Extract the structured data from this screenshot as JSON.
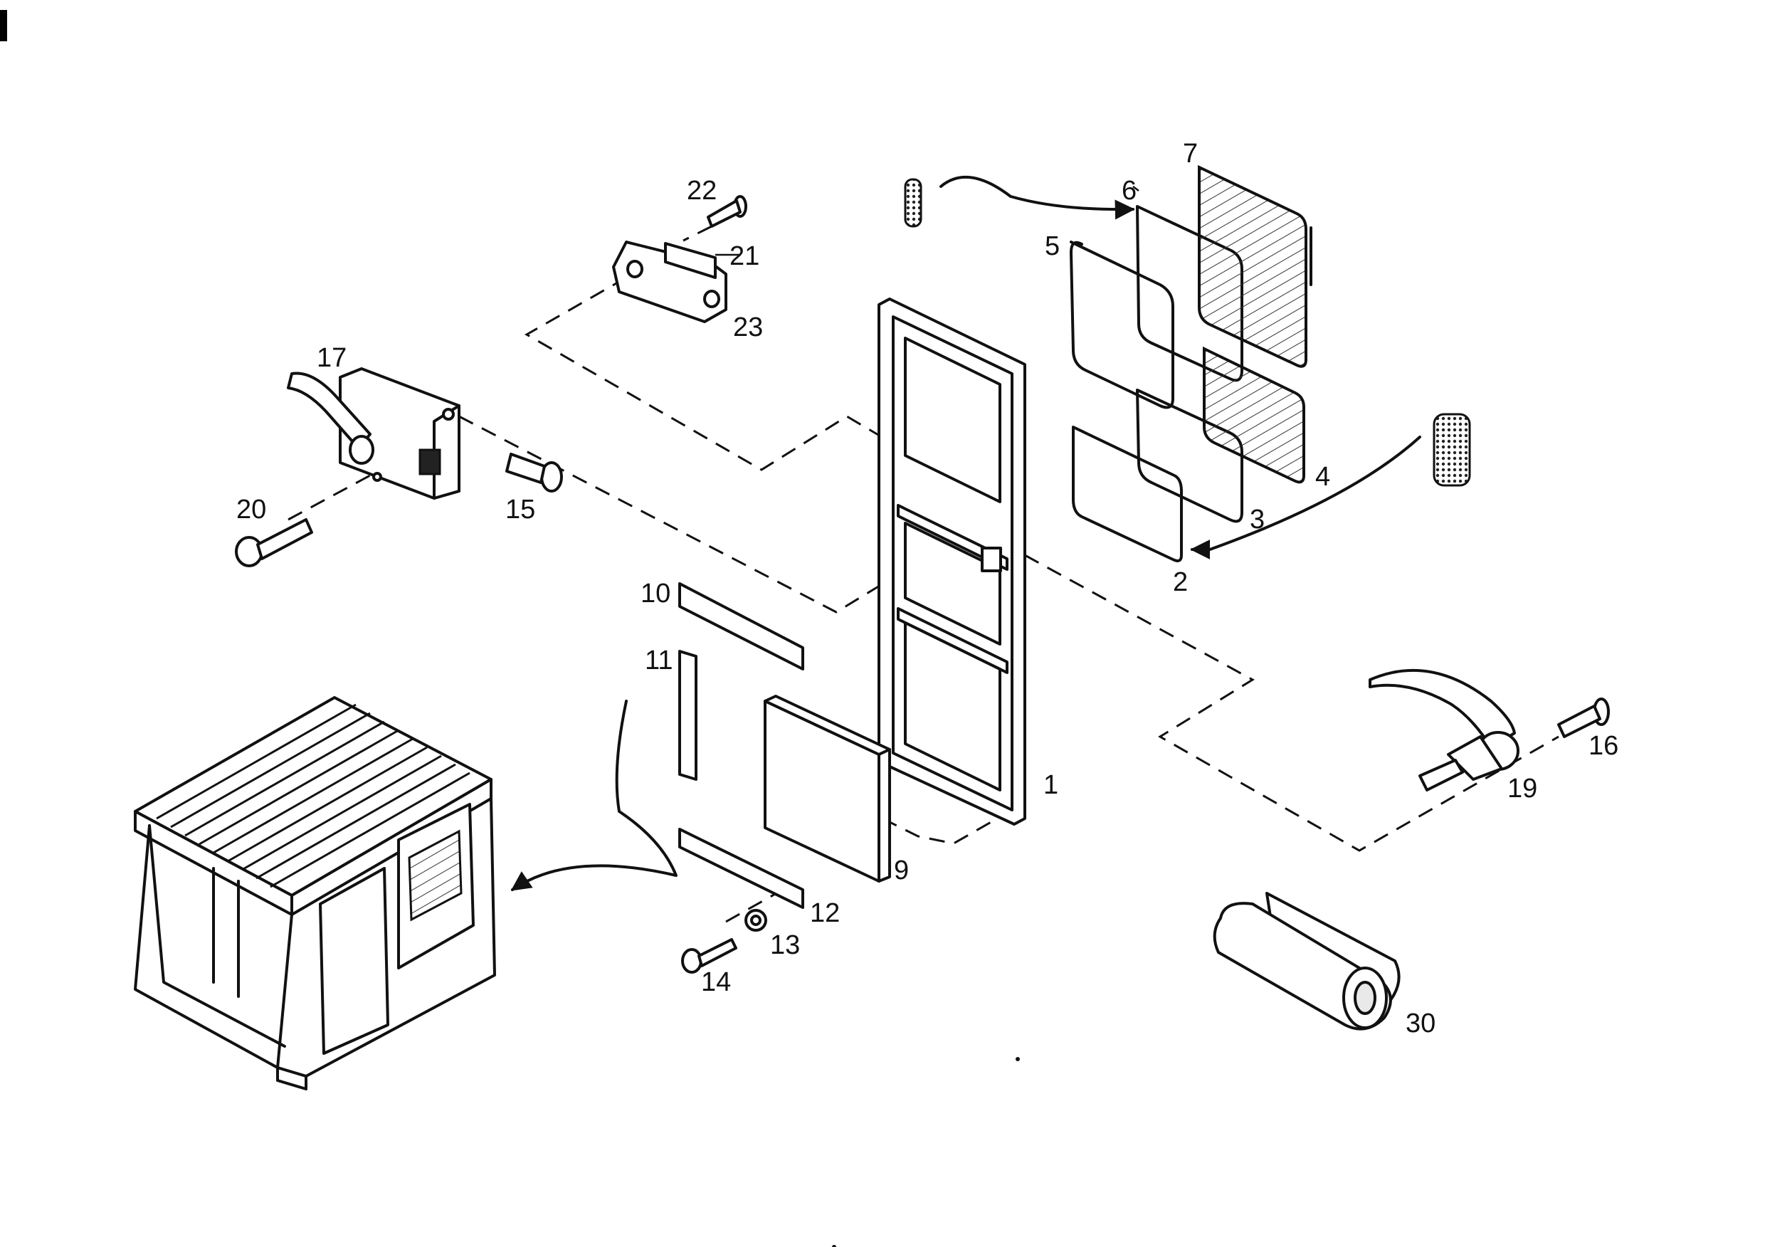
{
  "diagram": {
    "callouts": {
      "p1": "1",
      "p2": "2",
      "p3": "3",
      "p4": "4",
      "p5": "5",
      "p6": "6",
      "p7": "7",
      "p9": "9",
      "p10": "10",
      "p11": "11",
      "p12": "12",
      "p13": "13",
      "p14": "14",
      "p15": "15",
      "p16": "16",
      "p17": "17",
      "p19": "19",
      "p20": "20",
      "p21": "21",
      "p22": "22",
      "p23": "23",
      "p30": "30"
    },
    "parts": [
      {
        "label": "1",
        "name": "door-frame"
      },
      {
        "label": "2",
        "name": "seal-lower"
      },
      {
        "label": "3",
        "name": "seal-lower-inner"
      },
      {
        "label": "4",
        "name": "glass-lower"
      },
      {
        "label": "5",
        "name": "seal-upper"
      },
      {
        "label": "6",
        "name": "seal-upper-inner"
      },
      {
        "label": "7",
        "name": "glass-upper"
      },
      {
        "label": "9",
        "name": "panel"
      },
      {
        "label": "10",
        "name": "strip-top"
      },
      {
        "label": "11",
        "name": "strip-side"
      },
      {
        "label": "12",
        "name": "strip-bottom"
      },
      {
        "label": "13",
        "name": "washer"
      },
      {
        "label": "14",
        "name": "screw"
      },
      {
        "label": "15",
        "name": "screw"
      },
      {
        "label": "16",
        "name": "screw"
      },
      {
        "label": "17",
        "name": "lock"
      },
      {
        "label": "19",
        "name": "outer-handle"
      },
      {
        "label": "20",
        "name": "screw"
      },
      {
        "label": "21",
        "name": "striker"
      },
      {
        "label": "22",
        "name": "screw"
      },
      {
        "label": "23",
        "name": "striker-plate"
      },
      {
        "label": "30",
        "name": "sealing-tape-roll"
      }
    ],
    "icons": {
      "cab": "cab-overview-icon",
      "sealant-tube-top": "sealant-tube-icon",
      "sealant-tube-right": "sealant-tube-icon"
    }
  }
}
